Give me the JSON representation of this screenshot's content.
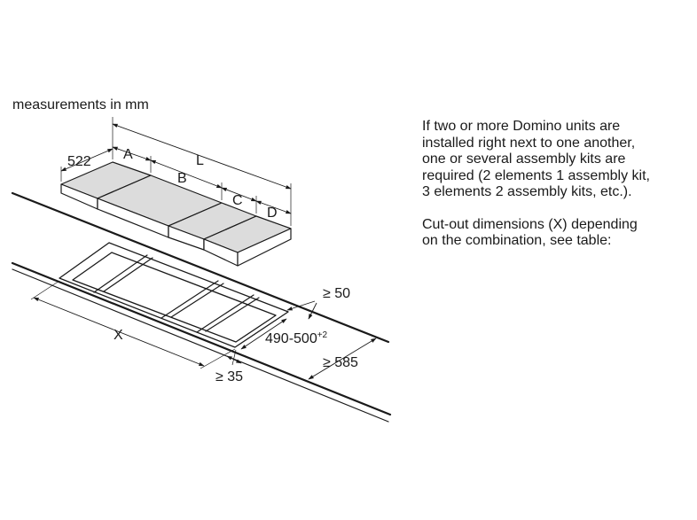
{
  "units_caption": "measurements in mm",
  "labels": {
    "depth": "522",
    "a": "A",
    "b": "B",
    "c": "C",
    "d": "D",
    "l": "L",
    "x": "X",
    "min_50": "≥ 50",
    "cutout_depth": "490-500",
    "cutout_tolerance": "+2",
    "min_585": "≥ 585",
    "min_35": "≥ 35"
  },
  "notes": {
    "paragraph_1": [
      "If two or more Domino units are",
      "installed right next to one another,",
      "one or several assembly kits are",
      "required (2 elements 1 assembly kit,",
      "3 elements 2 assembly kits, etc.)."
    ],
    "paragraph_2": [
      "Cut-out dimensions (X) depending",
      "on the combination, see table:"
    ]
  }
}
